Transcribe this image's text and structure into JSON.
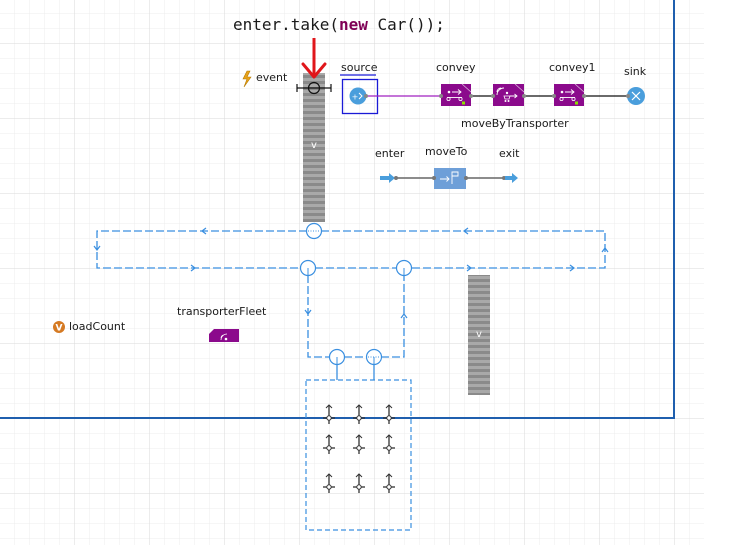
{
  "code_annotation": {
    "prefix": "enter.take(",
    "keyword": "new",
    "suffix": " Car());"
  },
  "blocks": {
    "event": {
      "label": "event",
      "icon": "lightning-icon"
    },
    "source": {
      "label": "source",
      "icon": "source-icon",
      "selected": true
    },
    "convey": {
      "label": "convey",
      "icon": "conveyor-icon"
    },
    "moveByTransporter": {
      "label": "moveByTransporter",
      "icon": "transporter-move-icon"
    },
    "convey1": {
      "label": "convey1",
      "icon": "conveyor-icon"
    },
    "sink": {
      "label": "sink",
      "icon": "sink-icon"
    },
    "enter": {
      "label": "enter",
      "icon": "enter-arrow-icon"
    },
    "moveTo": {
      "label": "moveTo",
      "icon": "move-to-flag-icon"
    },
    "exit": {
      "label": "exit",
      "icon": "exit-arrow-icon"
    },
    "loadCount": {
      "label": "loadCount",
      "icon": "variable-icon",
      "glyph": "V"
    },
    "transporterFleet": {
      "label": "transporterFleet",
      "icon": "fleet-icon"
    }
  },
  "conveyor_glyph": "v",
  "colors": {
    "process_block": "#8b0a8c",
    "source_sink": "#4a9edc",
    "path": "#3a8fe0",
    "boundary": "#1f5fae",
    "selection": "#1a1ad6",
    "annotation_arrow": "#e0161b",
    "connector_purple": "#a020c0",
    "node_bg": "#6e9fd8",
    "variable": "#d57a23"
  }
}
